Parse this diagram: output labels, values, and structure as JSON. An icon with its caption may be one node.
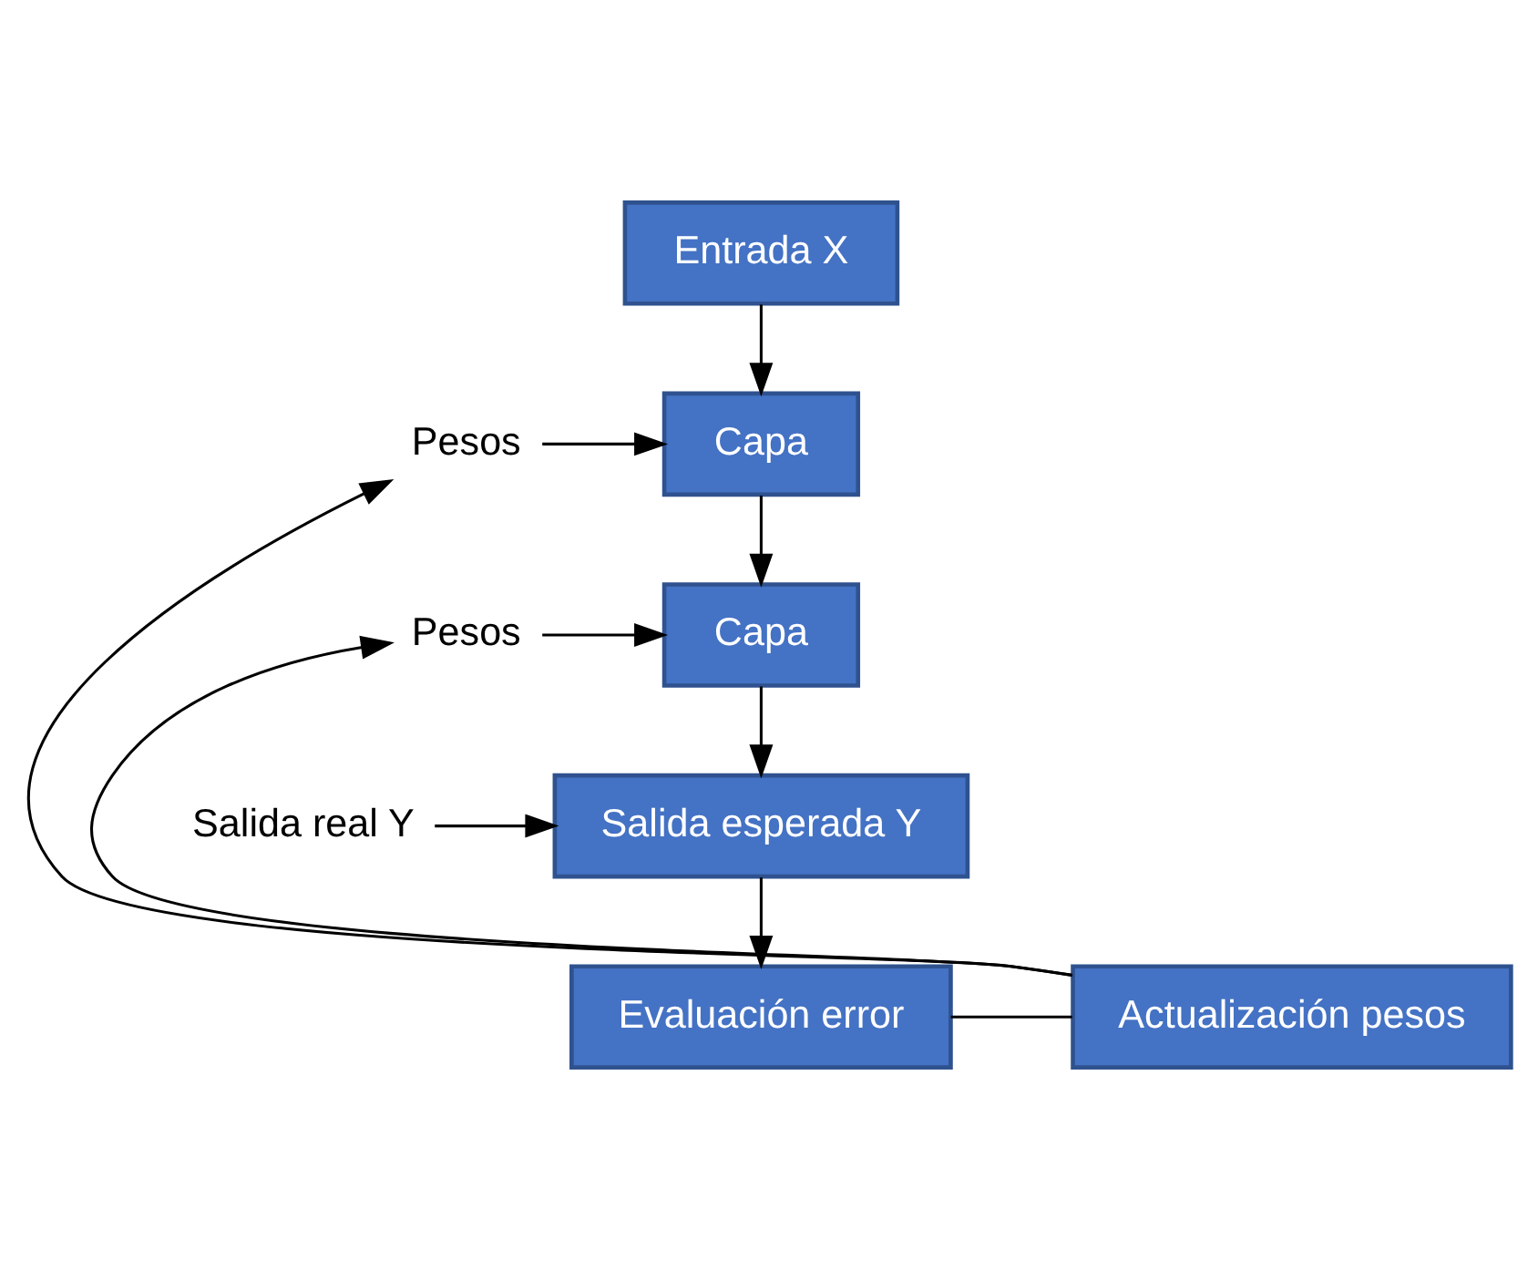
{
  "diagram": {
    "nodes": [
      {
        "text": [
          "Entrada X"
        ]
      },
      {
        "text": [
          "Pesos"
        ]
      },
      {
        "text": [
          "Capa"
        ]
      },
      {
        "text": [
          "Pesos"
        ]
      },
      {
        "text": [
          "Capa"
        ]
      },
      {
        "text": [
          "Salida esperada Y"
        ]
      },
      {
        "text": [
          "Salida real Y"
        ]
      },
      {
        "text": [
          "Actualización pesos"
        ]
      },
      {
        "text": [
          "Evaluación error"
        ]
      }
    ],
    "edges": [
      {
        "from": 0,
        "to": 2,
        "arrow": "to"
      },
      {
        "from": 1,
        "to": 2,
        "arrow": "to"
      },
      {
        "from": 2,
        "to": 4,
        "arrow": "to"
      },
      {
        "from": 3,
        "to": 4,
        "arrow": "to"
      },
      {
        "from": 4,
        "to": 5,
        "arrow": "to"
      },
      {
        "from": 6,
        "to": 5,
        "arrow": "to"
      },
      {
        "from": 5,
        "to": 8,
        "arrow": "to"
      },
      {
        "from": 7,
        "to": 1,
        "arrow": "to"
      },
      {
        "from": 7,
        "to": 3,
        "arrow": "to"
      },
      {
        "from": 8,
        "to": 7,
        "arrow": "none"
      }
    ]
  }
}
